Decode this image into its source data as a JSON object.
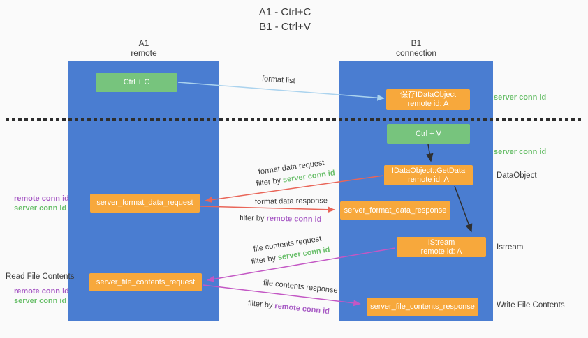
{
  "title": {
    "line1": "A1 - Ctrl+C",
    "line2": "B1 - Ctrl+V"
  },
  "lifelines": {
    "left": {
      "name_line": "A1",
      "role_line": "remote"
    },
    "right": {
      "name_line": "B1",
      "role_line": "connection"
    }
  },
  "boxes": {
    "ctrl_c": {
      "label": "Ctrl + C"
    },
    "save_idataobject": {
      "line1": "保存IDataObject",
      "line2": "remote id: A"
    },
    "ctrl_v": {
      "label": "Ctrl + V"
    },
    "getdata": {
      "line1": "IDataObject::GetData",
      "line2": "remote id: A"
    },
    "format_request": {
      "label": "server_format_data_request"
    },
    "format_response": {
      "label": "server_format_data_response"
    },
    "istream": {
      "line1": "IStream",
      "line2": "remote id: A"
    },
    "file_request": {
      "label": "server_file_contents_request"
    },
    "file_response": {
      "label": "server_file_contents_response"
    }
  },
  "arrow_labels": {
    "format_list": "format list",
    "format_data_request": {
      "line1": "format data request",
      "filter_prefix": "filter by",
      "filter_key": "server conn id"
    },
    "format_data_response": {
      "line1": "format data response",
      "filter_prefix": "filter by",
      "filter_key": "remote conn id"
    },
    "file_contents_request": {
      "line1": "file contents request",
      "filter_prefix": "filter by",
      "filter_key": "server conn id"
    },
    "file_contents_response": {
      "line1": "file contents response",
      "filter_prefix": "filter by",
      "filter_key": "remote conn id"
    }
  },
  "side_labels": {
    "right_server_conn_id_1": "server conn id",
    "right_server_conn_id_2": "server conn id",
    "dataobject": "DataObject",
    "istream": "Istream",
    "write_file_contents": "Write File Contents",
    "left_remote_conn_id_1": "remote conn id",
    "left_server_conn_id_1": "server conn id",
    "read_file_contents": "Read File Contents",
    "left_remote_conn_id_2": "remote conn id",
    "left_server_conn_id_2": "server conn id"
  },
  "colors": {
    "background": "#fafafa",
    "lifeline_blue": "#4a7dd1",
    "green_box": "#77c47d",
    "orange_box": "#f7a83c",
    "green_text": "#6abf6b",
    "purple_text": "#a85cc5",
    "arrow_blue": "#abd3ee",
    "arrow_red": "#e96558",
    "arrow_magenta": "#c357c4",
    "arrow_black": "#2f2f2f",
    "text_dark": "#3b3b3b"
  }
}
